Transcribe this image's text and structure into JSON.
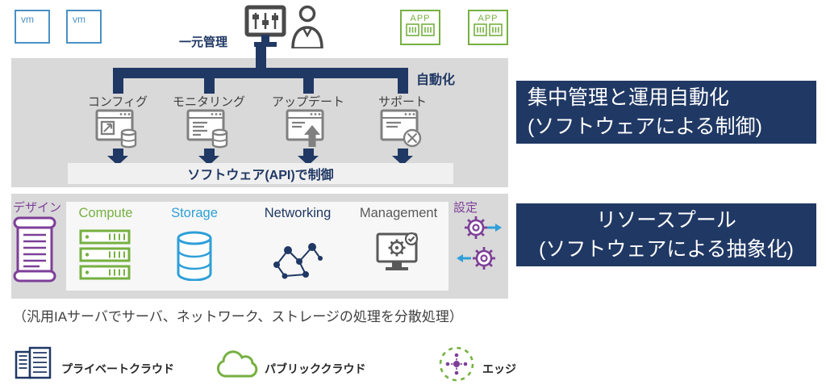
{
  "colors": {
    "navy": "#203864",
    "green": "#76b041",
    "blue": "#2e9fd8",
    "purple": "#7d3f98",
    "band_gray": "#d9d9d9"
  },
  "top_row": {
    "vm_label": "vm",
    "central_management_label": "一元管理",
    "app_label": "APP"
  },
  "automation_band": {
    "automation_label": "自動化",
    "tools": [
      {
        "label": "コンフィグ"
      },
      {
        "label": "モニタリング"
      },
      {
        "label": "アップデート"
      },
      {
        "label": "サポート"
      }
    ],
    "api_bar_label": "ソフトウェア(API)で制御"
  },
  "resource_band": {
    "design_label": "デザイン",
    "settings_label": "設定",
    "resources": [
      {
        "label": "Compute"
      },
      {
        "label": "Storage"
      },
      {
        "label": "Networking"
      },
      {
        "label": "Management"
      }
    ]
  },
  "right_panels": [
    {
      "line1": "集中管理と運用自動化",
      "line2": "(ソフトウェアによる制御)"
    },
    {
      "line1": "リソースプール",
      "line2": "(ソフトウェアによる抽象化)"
    }
  ],
  "caption": "（汎用IAサーバでサーバ、ネットワーク、ストレージの処理を分散処理）",
  "legend": [
    {
      "label": "プライベートクラウド"
    },
    {
      "label": "パブリッククラウド"
    },
    {
      "label": "エッジ"
    }
  ],
  "icons": [
    "vm-box",
    "management-console-icon",
    "administrator-icon",
    "app-modules-icon",
    "config-window-icon",
    "monitoring-window-icon",
    "update-window-icon",
    "support-window-icon",
    "compute-servers-icon",
    "storage-database-icon",
    "networking-graph-icon",
    "management-monitor-icon",
    "design-blueprint-icon",
    "settings-gears-icon",
    "private-cloud-icon",
    "public-cloud-icon",
    "edge-icon"
  ]
}
